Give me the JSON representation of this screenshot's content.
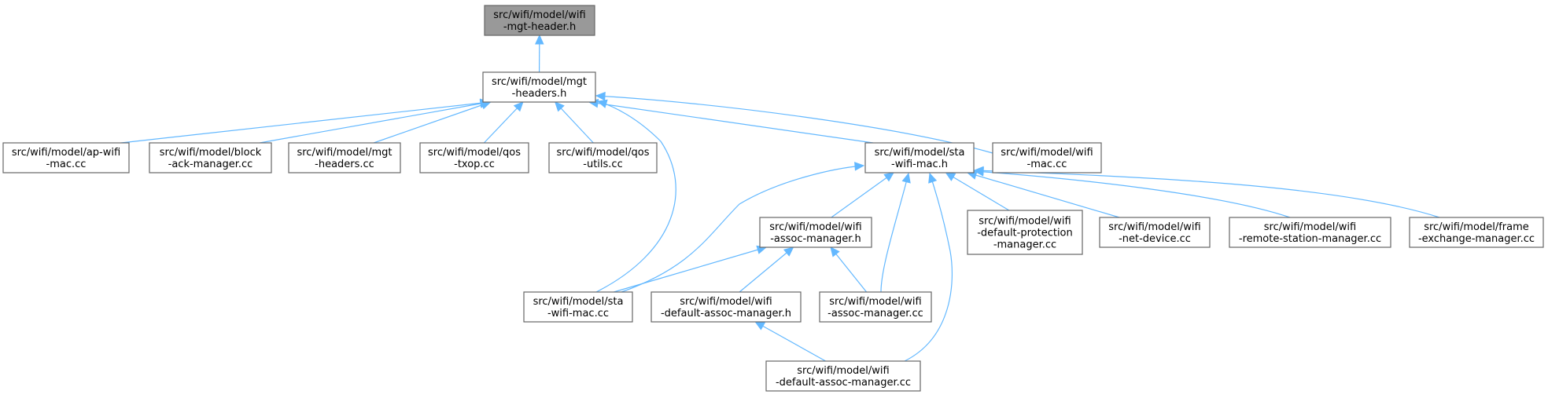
{
  "graph": {
    "nodes": [
      {
        "id": "wifi-mgt-header-h",
        "lines": [
          "src/wifi/model/wifi",
          "-mgt-header.h"
        ],
        "root": true
      },
      {
        "id": "mgt-headers-h",
        "lines": [
          "src/wifi/model/mgt",
          "-headers.h"
        ]
      },
      {
        "id": "ap-wifi-mac-cc",
        "lines": [
          "src/wifi/model/ap-wifi",
          "-mac.cc"
        ]
      },
      {
        "id": "block-ack-manager-cc",
        "lines": [
          "src/wifi/model/block",
          "-ack-manager.cc"
        ]
      },
      {
        "id": "mgt-headers-cc",
        "lines": [
          "src/wifi/model/mgt",
          "-headers.cc"
        ]
      },
      {
        "id": "qos-txop-cc",
        "lines": [
          "src/wifi/model/qos",
          "-txop.cc"
        ]
      },
      {
        "id": "qos-utils-cc",
        "lines": [
          "src/wifi/model/qos",
          "-utils.cc"
        ]
      },
      {
        "id": "sta-wifi-mac-h",
        "lines": [
          "src/wifi/model/sta",
          "-wifi-mac.h"
        ]
      },
      {
        "id": "wifi-mac-cc",
        "lines": [
          "src/wifi/model/wifi",
          "-mac.cc"
        ]
      },
      {
        "id": "wifi-assoc-manager-h",
        "lines": [
          "src/wifi/model/wifi",
          "-assoc-manager.h"
        ]
      },
      {
        "id": "default-protection-manager-cc",
        "lines": [
          "src/wifi/model/wifi",
          "-default-protection",
          "-manager.cc"
        ]
      },
      {
        "id": "wifi-net-device-cc",
        "lines": [
          "src/wifi/model/wifi",
          "-net-device.cc"
        ]
      },
      {
        "id": "remote-station-manager-cc",
        "lines": [
          "src/wifi/model/wifi",
          "-remote-station-manager.cc"
        ]
      },
      {
        "id": "frame-exchange-manager-cc",
        "lines": [
          "src/wifi/model/frame",
          "-exchange-manager.cc"
        ]
      },
      {
        "id": "sta-wifi-mac-cc",
        "lines": [
          "src/wifi/model/sta",
          "-wifi-mac.cc"
        ]
      },
      {
        "id": "default-assoc-manager-h",
        "lines": [
          "src/wifi/model/wifi",
          "-default-assoc-manager.h"
        ]
      },
      {
        "id": "wifi-assoc-manager-cc",
        "lines": [
          "src/wifi/model/wifi",
          "-assoc-manager.cc"
        ]
      },
      {
        "id": "default-assoc-manager-cc",
        "lines": [
          "src/wifi/model/wifi",
          "-default-assoc-manager.cc"
        ]
      }
    ],
    "edges": [
      {
        "from": "mgt-headers-h",
        "to": "wifi-mgt-header-h"
      },
      {
        "from": "ap-wifi-mac-cc",
        "to": "mgt-headers-h"
      },
      {
        "from": "block-ack-manager-cc",
        "to": "mgt-headers-h"
      },
      {
        "from": "mgt-headers-cc",
        "to": "mgt-headers-h"
      },
      {
        "from": "qos-txop-cc",
        "to": "mgt-headers-h"
      },
      {
        "from": "qos-utils-cc",
        "to": "mgt-headers-h"
      },
      {
        "from": "sta-wifi-mac-cc",
        "to": "mgt-headers-h"
      },
      {
        "from": "sta-wifi-mac-h",
        "to": "mgt-headers-h"
      },
      {
        "from": "wifi-mac-cc",
        "to": "mgt-headers-h"
      },
      {
        "from": "wifi-assoc-manager-h",
        "to": "sta-wifi-mac-h"
      },
      {
        "from": "default-protection-manager-cc",
        "to": "sta-wifi-mac-h"
      },
      {
        "from": "wifi-net-device-cc",
        "to": "sta-wifi-mac-h"
      },
      {
        "from": "remote-station-manager-cc",
        "to": "sta-wifi-mac-h"
      },
      {
        "from": "frame-exchange-manager-cc",
        "to": "sta-wifi-mac-h"
      },
      {
        "from": "sta-wifi-mac-cc",
        "to": "sta-wifi-mac-h"
      },
      {
        "from": "wifi-assoc-manager-cc",
        "to": "sta-wifi-mac-h"
      },
      {
        "from": "default-assoc-manager-cc",
        "to": "sta-wifi-mac-h"
      },
      {
        "from": "sta-wifi-mac-cc",
        "to": "wifi-assoc-manager-h"
      },
      {
        "from": "default-assoc-manager-h",
        "to": "wifi-assoc-manager-h"
      },
      {
        "from": "wifi-assoc-manager-cc",
        "to": "wifi-assoc-manager-h"
      },
      {
        "from": "default-assoc-manager-cc",
        "to": "default-assoc-manager-h"
      }
    ]
  }
}
